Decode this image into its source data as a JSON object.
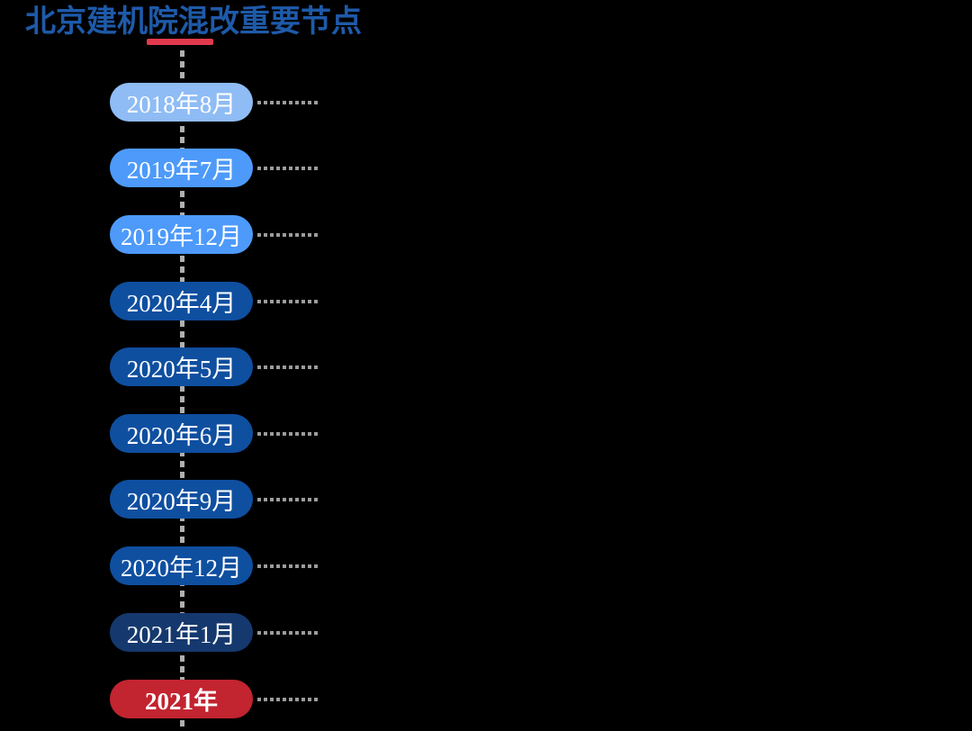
{
  "canvas": {
    "background": "#000000"
  },
  "title": {
    "text": "北京建机院混改重要节点",
    "color": "#1E5AA9",
    "underline_color": "#E23A4D"
  },
  "timeline": {
    "axis_color": "#AFAFAF",
    "leader_color": "#9C9C9C",
    "nodes": [
      {
        "label": "2018年8月",
        "pill_color": "#8FBCF5",
        "text_color": "#FFFFFF",
        "bold": false
      },
      {
        "label": "2019年7月",
        "pill_color": "#4D9AFA",
        "text_color": "#FFFFFF",
        "bold": false
      },
      {
        "label": "2019年12月",
        "pill_color": "#4D9AFA",
        "text_color": "#FFFFFF",
        "bold": false
      },
      {
        "label": "2020年4月",
        "pill_color": "#0F4FA0",
        "text_color": "#FFFFFF",
        "bold": false
      },
      {
        "label": "2020年5月",
        "pill_color": "#0F4FA0",
        "text_color": "#FFFFFF",
        "bold": false
      },
      {
        "label": "2020年6月",
        "pill_color": "#0F4FA0",
        "text_color": "#FFFFFF",
        "bold": false
      },
      {
        "label": "2020年9月",
        "pill_color": "#0F4FA0",
        "text_color": "#FFFFFF",
        "bold": false
      },
      {
        "label": "2020年12月",
        "pill_color": "#0F4FA0",
        "text_color": "#FFFFFF",
        "bold": false
      },
      {
        "label": "2021年1月",
        "pill_color": "#15396E",
        "text_color": "#FFFFFF",
        "bold": false
      },
      {
        "label": "2021年",
        "pill_color": "#C22430",
        "text_color": "#FFFFFF",
        "bold": true
      }
    ]
  }
}
